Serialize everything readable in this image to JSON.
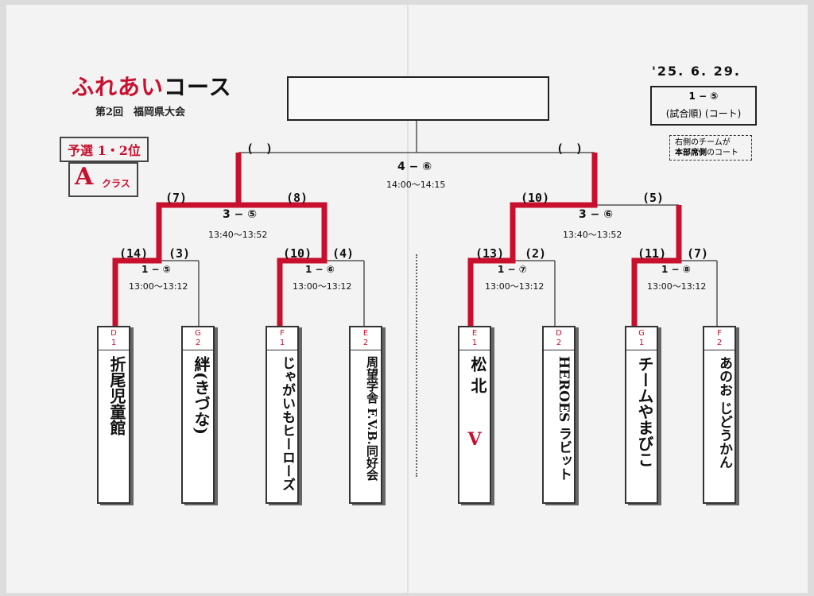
{
  "header": {
    "title_red": "ふれあい",
    "title_black": "コース",
    "subtitle": "第2回　福岡県大会",
    "prelim": "予選 1・2位",
    "class_letter": "A",
    "class_suffix": "クラス",
    "date": "'25. 6. 29.",
    "legend_line1": "1 − ⑤",
    "legend_line2": "(試合順) (コート)",
    "note_line1": "右側のチームが",
    "note_line2_bold": "本部席側",
    "note_line2_rest": "のコート"
  },
  "final": {
    "match": "4 − ⑥",
    "time": "14:00〜14:15",
    "left_seed": "(　)",
    "right_seed": "(　)"
  },
  "semis": [
    {
      "match": "3 − ⑤",
      "time": "13:40〜13:52",
      "seed_a": "(7)",
      "seed_b": "(8)"
    },
    {
      "match": "3 − ⑥",
      "time": "13:40〜13:52",
      "seed_a": "(10)",
      "seed_b": "(5)"
    }
  ],
  "quarters": [
    {
      "match": "1 − ⑤",
      "time": "13:00〜13:12",
      "seed_a": "(14)",
      "seed_b": "(3)"
    },
    {
      "match": "1 − ⑥",
      "time": "13:00〜13:12",
      "seed_a": "(10)",
      "seed_b": "(4)"
    },
    {
      "match": "1 − ⑦",
      "time": "13:00〜13:12",
      "seed_a": "(13)",
      "seed_b": "(2)"
    },
    {
      "match": "1 − ⑧",
      "time": "13:00〜13:12",
      "seed_a": "(11)",
      "seed_b": "(7)"
    }
  ],
  "teams": [
    {
      "pos_letter": "D",
      "pos_num": "1",
      "name": "折尾児童館",
      "mark": ""
    },
    {
      "pos_letter": "G",
      "pos_num": "2",
      "name": "絆(きづな)",
      "mark": ""
    },
    {
      "pos_letter": "F",
      "pos_num": "1",
      "name": "じゃがいもヒーローズ",
      "mark": ""
    },
    {
      "pos_letter": "E",
      "pos_num": "2",
      "name": "周望学舎 F.V.B.同好会",
      "mark": ""
    },
    {
      "pos_letter": "E",
      "pos_num": "1",
      "name": "松 北",
      "mark": "V"
    },
    {
      "pos_letter": "D",
      "pos_num": "2",
      "name": "HEROES ラビット",
      "mark": ""
    },
    {
      "pos_letter": "G",
      "pos_num": "1",
      "name": "チームやまびこ",
      "mark": ""
    },
    {
      "pos_letter": "F",
      "pos_num": "2",
      "name": "あのお じどうかん",
      "mark": ""
    }
  ],
  "colors": {
    "win_path": "#c8102e",
    "line": "#555555",
    "paper": "#f3f3f3"
  }
}
